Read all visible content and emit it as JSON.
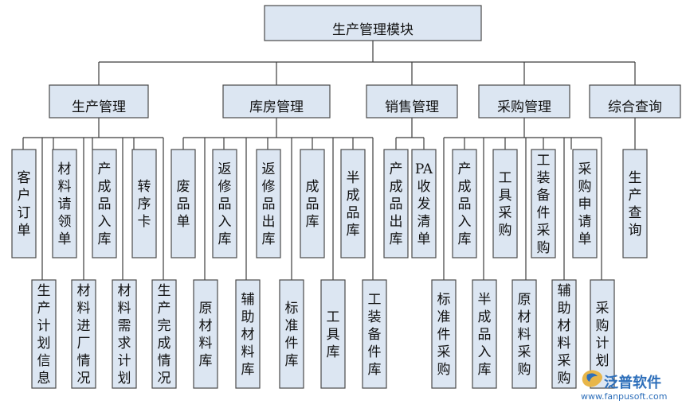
{
  "root": "生产管理模块",
  "groups": [
    {
      "label": "生产管理",
      "children": [
        "客户订单",
        "生产计划信息",
        "材料请领单",
        "材料进厂情况",
        "产成品入库",
        "材料需求计划",
        "转序卡",
        "生产完成情况"
      ]
    },
    {
      "label": "库房管理",
      "children": [
        "废品单",
        "原材料库",
        "返修品入库",
        "辅助材料库",
        "返修品出库",
        "标准件库",
        "成品库",
        "工具库",
        "半成品库",
        "工装备件库"
      ]
    },
    {
      "label": "销售管理",
      "children": [
        "产成品出库",
        "PA收发清单"
      ]
    },
    {
      "label": "采购管理",
      "children": [
        "产成品入库",
        "标准件采购",
        "工具采购",
        "半成品入库",
        "工装备件采购",
        "原材料采购",
        "采购申请单",
        "辅助材料采购",
        "采购计划"
      ]
    },
    {
      "label": "综合查询",
      "children": [
        "生产查询"
      ]
    }
  ],
  "watermark": {
    "brand": "泛普软件",
    "url": "www.fanpusoft.com",
    "logo_icon": "fanpu-logo-icon"
  }
}
